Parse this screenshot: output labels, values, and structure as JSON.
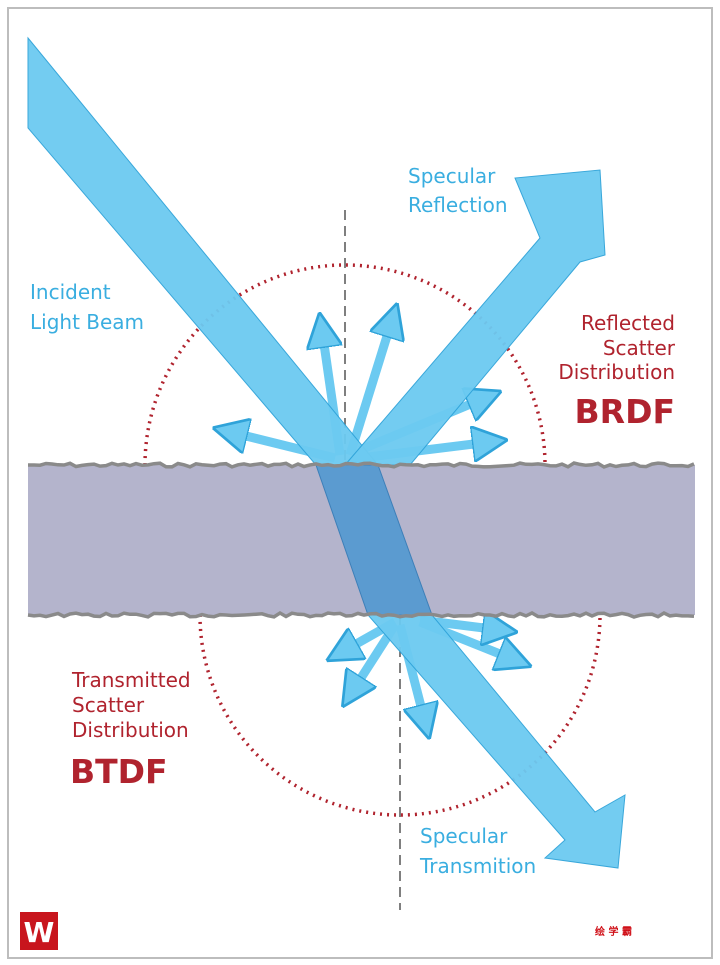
{
  "labels": {
    "incident": [
      "Incident",
      "Light Beam"
    ],
    "specular_reflection": [
      "Specular",
      "Reflection"
    ],
    "reflected_scatter": [
      "Reflected",
      "Scatter",
      "Distribution"
    ],
    "brdf": "BRDF",
    "transmitted_scatter": [
      "Transmitted",
      "Scatter",
      "Distribution"
    ],
    "btdf": "BTDF",
    "specular_transmission": [
      "Specular",
      "Transmition"
    ]
  },
  "watermark": "绘 学 霸",
  "logo_letter": "W",
  "colors": {
    "beam": "#6ccaf1",
    "beam_stroke": "#2fa3d9",
    "slab": "#b4b4cc",
    "beam_in_slab": "#5b9bd0",
    "red": "#b0232e",
    "text_blue": "#3aaee0"
  }
}
